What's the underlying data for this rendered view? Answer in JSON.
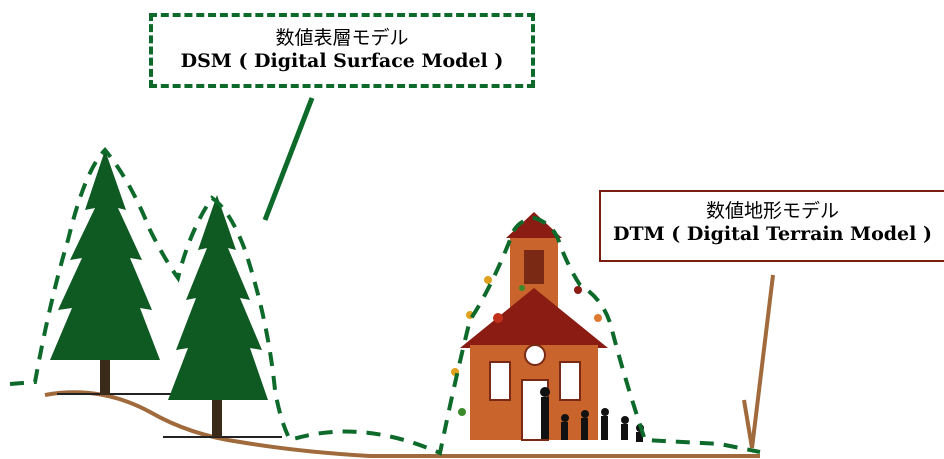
{
  "dsm": {
    "title_ja": "数値表層モデル",
    "title_en": "DSM ( Digital Surface Model )",
    "color": "#0d6a2a"
  },
  "dtm": {
    "title_ja": "数値地形モデル",
    "title_en": "DTM ( Digital Terrain Model )",
    "color": "#7a1f10"
  },
  "colors": {
    "ground": "#a06a3c",
    "tree": "#0e5a22",
    "house": "#c8642c"
  },
  "icons": [
    "tree-icon",
    "schoolhouse-icon",
    "people-icon",
    "leaf-icon"
  ]
}
